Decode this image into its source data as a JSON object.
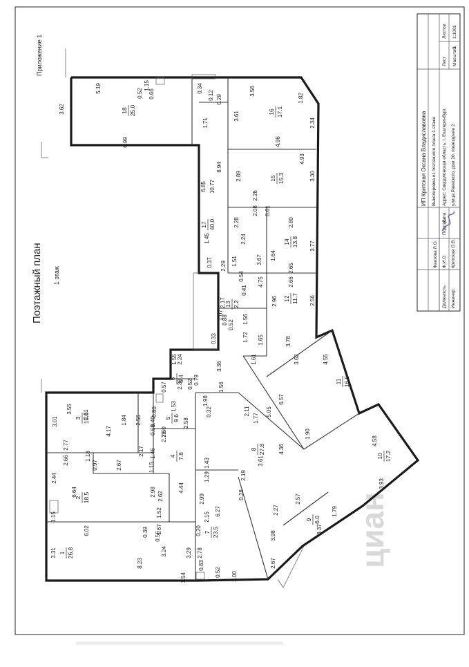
{
  "appendix": "Приложение 1",
  "title": "Поэтажный план",
  "floor": "1 этаж",
  "stamp": {
    "company": "ИП Критская Оксана Владиславовна",
    "document": "Выкопировка из поэтажного плана 1 этажа",
    "address_line1": "Адрес: Свердловская область, г. Екатеринбург,",
    "address_line2": "улица Раевского, дом 20, помещение 2",
    "col_role": "Должность",
    "col_name": "Ф.И.О.",
    "col_sign": "Подпись",
    "col_date": "Дата",
    "role_1": "Инженер",
    "name_1": "Фаизова Л.О.",
    "name_2": "Критская О.В.",
    "sheet_label": "Лист",
    "sheet_value": "1",
    "sheets_label": "Листов",
    "sheets_value": "1",
    "scale_label": "Масштаб",
    "scale_value": "1:100"
  },
  "watermark": "циан",
  "rooms": [
    {
      "no": "1",
      "area": "26.8"
    },
    {
      "no": "2",
      "area": "18.5"
    },
    {
      "no": "3",
      "area": "15.6"
    },
    {
      "no": "4",
      "area": "7.8"
    },
    {
      "no": "5",
      "area": "9.6"
    },
    {
      "no": "6",
      "area": "5.4"
    },
    {
      "no": "7",
      "area": "23.5"
    },
    {
      "no": "8",
      "area": "27.8"
    },
    {
      "no": "9",
      "area": "6.0"
    },
    {
      "no": "10",
      "area": "17.2"
    },
    {
      "no": "11",
      "area": "16.5"
    },
    {
      "no": "12",
      "area": "11.7"
    },
    {
      "no": "13",
      "area": "2.2"
    },
    {
      "no": "14",
      "area": "13.8"
    },
    {
      "no": "15",
      "area": "15.3"
    },
    {
      "no": "16",
      "area": "17.1"
    },
    {
      "no": "17",
      "area": "40.0"
    },
    {
      "no": "18",
      "area": "25.0"
    }
  ],
  "dimensions": [
    "3.62",
    "5.19",
    "0.52",
    "1.15",
    "0.66",
    "0.34",
    "0.12",
    "0.29",
    "3.56",
    "1.82",
    "3.61",
    "1.71",
    "6.99",
    "2.34",
    "4.96",
    "8.94",
    "4.93",
    "6.85",
    "10.77",
    "2.89",
    "2.26",
    "3.30",
    "2.08",
    "0.61",
    "2.28",
    "2.80",
    "1.45",
    "2.24",
    "1.64",
    "3.77",
    "0.37",
    "1.51",
    "3.67",
    "2.65",
    "2.29",
    "0.54",
    "4.75",
    "0.41",
    "2.66",
    "2.17",
    "2.96",
    "2.56",
    "1.07",
    "1.56",
    "0.88",
    "0.52",
    "0.33",
    "1.72",
    "1.65",
    "3.78",
    "1.61",
    "3.62",
    "4.55",
    "2.24",
    "1.55",
    "3.36",
    "2.30",
    "0.52",
    "0.79",
    "1.56",
    "0.57",
    "6.57",
    "5.05",
    "1.53",
    "1.98",
    "2.11",
    "1.77",
    "0.80",
    "0.40",
    "0.32",
    "2.56",
    "3.01",
    "3.55",
    "1.84",
    "4.17",
    "2.61",
    "2.58",
    "1.90",
    "4.58",
    "2.60",
    "0.58",
    "2.78",
    "4.36",
    "2.77",
    "2.17",
    "1.46",
    "1.18",
    "2.66",
    "0.97",
    "2.67",
    "1.15",
    "1.43",
    "3.61",
    "2.44",
    "1.29",
    "2.19",
    "2.62",
    "2.98",
    "4.44",
    "2.99",
    "0.28",
    "2.57",
    "6.64",
    "1.15",
    "1.52",
    "2.15",
    "1.79",
    "3.93",
    "2.27",
    "3.37",
    "0.39",
    "0.56",
    "1.67",
    "0.20",
    "6.27",
    "3.98",
    "6.02",
    "3.31",
    "8.23",
    "3.24",
    "3.29",
    "2.78",
    "2.67",
    "0.83",
    "1.54",
    "0.52",
    "3.00"
  ]
}
